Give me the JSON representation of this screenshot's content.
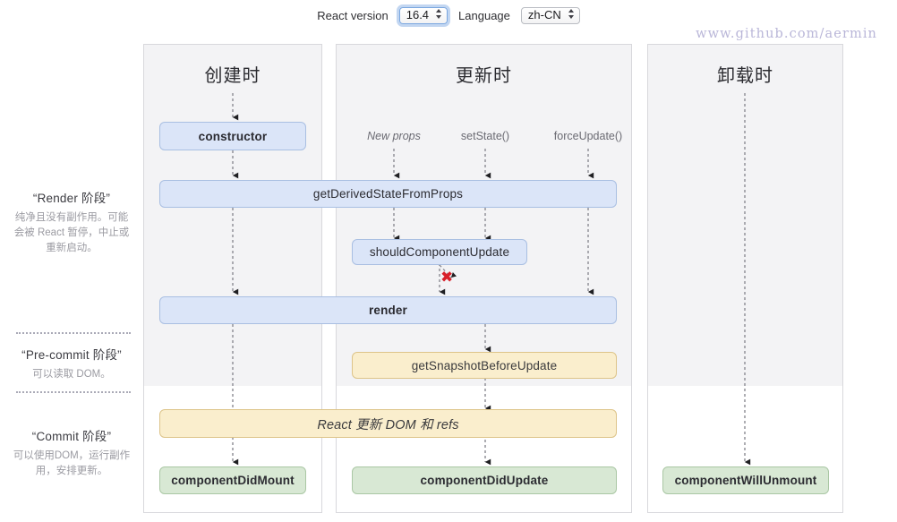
{
  "toolbar": {
    "react_version_label": "React version",
    "react_version_value": "16.4",
    "language_label": "Language",
    "language_value": "zh-CN"
  },
  "watermark": "www.github.com/aermin",
  "phases": [
    {
      "title": "“Render 阶段”",
      "desc": "纯净且没有副作用。可能会被 React 暂停，中止或重新启动。"
    },
    {
      "title": "“Pre-commit 阶段”",
      "desc": "可以读取 DOM。"
    },
    {
      "title": "“Commit 阶段”",
      "desc": "可以使用DOM，运行副作用，安排更新。"
    }
  ],
  "columns": [
    {
      "title": "创建时"
    },
    {
      "title": "更新时"
    },
    {
      "title": "卸载时"
    }
  ],
  "triggers": [
    {
      "label": "New props"
    },
    {
      "label": "setState()"
    },
    {
      "label": "forceUpdate()"
    }
  ],
  "nodes": {
    "constructor": "constructor",
    "get_derived_state_from_props": "getDerivedStateFromProps",
    "should_component_update": "shouldComponentUpdate",
    "render": "render",
    "get_snapshot_before_update": "getSnapshotBeforeUpdate",
    "react_updates_dom": "React 更新 DOM 和 refs",
    "component_did_mount": "componentDidMount",
    "component_did_update": "componentDidUpdate",
    "component_will_unmount": "componentWillUnmount"
  },
  "annotations": {
    "skip_update_x": "✖"
  },
  "colors": {
    "render_phase_box": "#dbe5f8",
    "commit_phase_box": "#faeecd",
    "did_mount_box": "#d8e8d4",
    "x_mark": "#d8202a",
    "shade": "#f3f3f5"
  }
}
